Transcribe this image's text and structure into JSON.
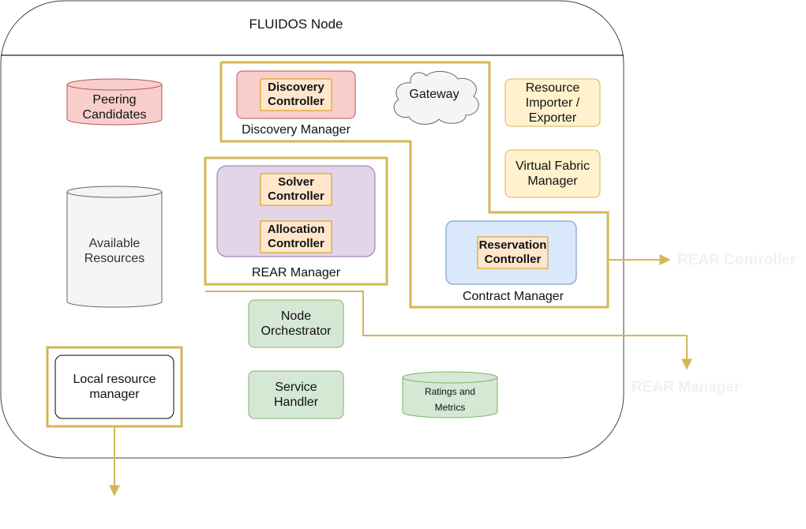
{
  "diagram": {
    "title": "FLUIDOS Node",
    "colors": {
      "gold": "#d6b656",
      "pink_fill": "#f8cecc",
      "pink_stroke": "#b85450",
      "purple_fill": "#e1d5e7",
      "purple_stroke": "#9673a6",
      "blue_fill": "#dae8fc",
      "blue_stroke": "#6c8ebf",
      "green_fill": "#d5e8d4",
      "green_stroke": "#82b366",
      "yellow_fill": "#fff2cc",
      "orange_fill": "#ffe6cc",
      "orange_stroke": "#d79b00",
      "grey_fill": "#f5f5f5",
      "grey_stroke": "#666666"
    },
    "stores": {
      "peering_candidates": "Peering Candidates",
      "available_resources": "Available Resources",
      "ratings_metrics": "Ratings and Metrics"
    },
    "discovery": {
      "controller": "Discovery Controller",
      "manager": "Discovery Manager"
    },
    "gateway": "Gateway",
    "resource_importer": "Resource Importer / Exporter",
    "virtual_fabric": "Virtual Fabric Manager",
    "rear": {
      "solver": "Solver Controller",
      "allocation": "Allocation Controller",
      "manager": "REAR Manager"
    },
    "contract": {
      "reservation": "Reservation Controller",
      "manager": "Contract Manager"
    },
    "node_orchestrator": "Node Orchestrator",
    "service_handler": "Service Handler",
    "local_resource_manager": "Local resource manager",
    "external": {
      "rear_controller": "REAR Controller",
      "rear_manager": "REAR Manager"
    }
  }
}
